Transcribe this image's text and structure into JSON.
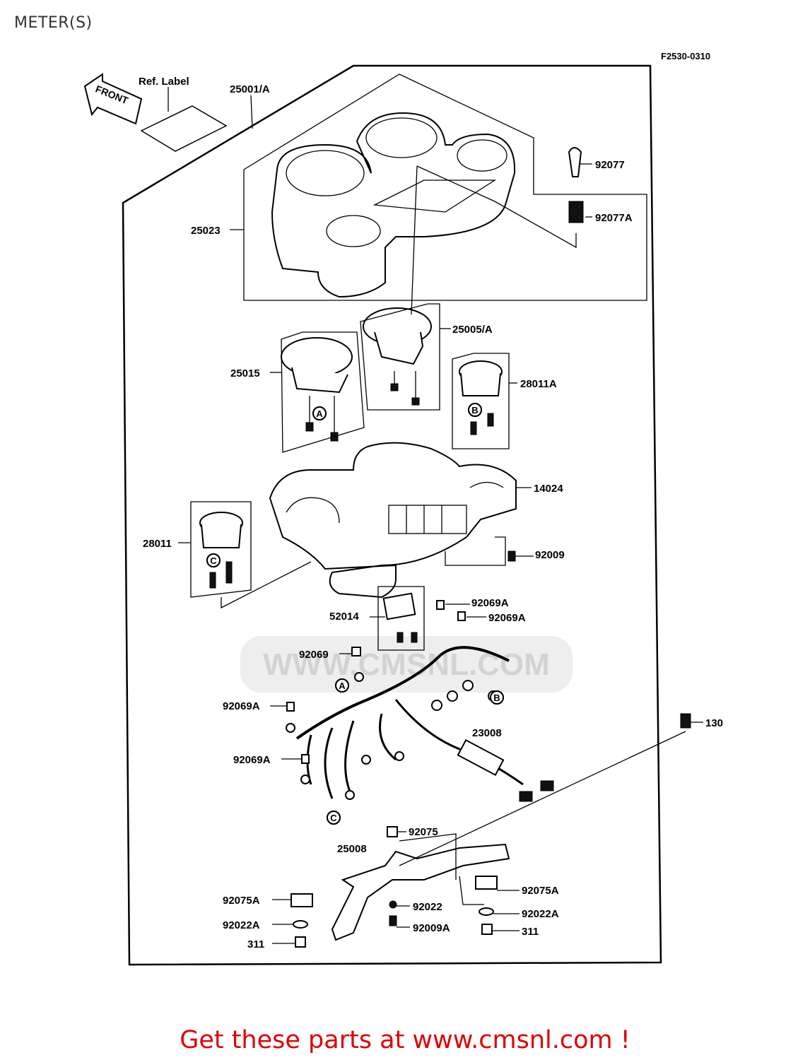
{
  "title": "METER(S)",
  "figure_code": "F2530-0310",
  "front_label": "FRONT",
  "ref_label": "Ref. Label",
  "watermark": "WWW.CMSNL.COM",
  "footer": "Get these parts at www.cmsnl.com !",
  "colors": {
    "footer_text": "#e00000",
    "title_text": "#333333",
    "watermark": "#cfcfcf"
  },
  "parts": [
    "25001/A",
    "92077",
    "92077A",
    "25023",
    "25005/A",
    "25015",
    "28011A",
    "14024",
    "28011",
    "92009",
    "52014",
    "92069A",
    "92069A",
    "92069",
    "92069A",
    "92069A",
    "130",
    "23008",
    "92075",
    "25008",
    "92075A",
    "92075A",
    "92022",
    "92022A",
    "92022A",
    "311",
    "311",
    "92009A"
  ],
  "callouts": [
    "A",
    "A",
    "B",
    "B",
    "C",
    "C"
  ]
}
